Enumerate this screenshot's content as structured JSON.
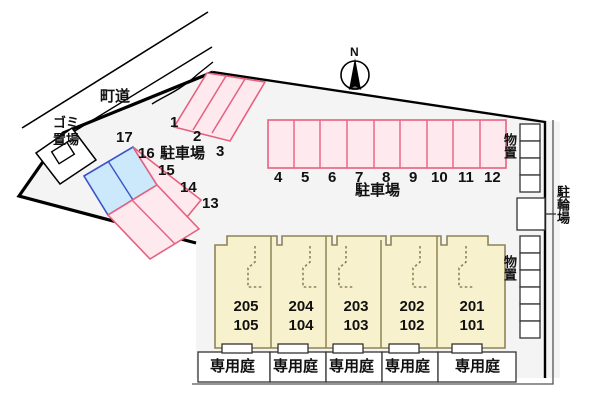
{
  "map": {
    "title": "apartment-site-plan",
    "colors": {
      "site_background": "#f4f4f4",
      "parking_pink_fill": "#fde9ee",
      "parking_pink_stroke": "#e8607f",
      "parking_blue_fill": "#cce9fb",
      "parking_blue_stroke": "#3a53c8",
      "building_fill": "#f7f1cd",
      "building_stroke": "#8c8457",
      "boundary_stroke": "#000000",
      "page_background": "#ffffff"
    },
    "compass": {
      "label": "N",
      "name": "north-arrow"
    },
    "road": {
      "label": "町道"
    },
    "garbage_area": {
      "label_line1": "ゴミ",
      "label_line2": "置場"
    },
    "parking_label_top": "駐車場",
    "parking_label_left": "駐車場",
    "bicycle_parking": {
      "label": "駐輪場"
    },
    "storage_upper": {
      "label": "物置"
    },
    "storage_lower": {
      "label": "物置"
    },
    "parking_top_row": {
      "diagonal_numbers": [
        "1",
        "2",
        "3"
      ],
      "straight_numbers": [
        "4",
        "5",
        "6",
        "7",
        "8",
        "9",
        "10",
        "11",
        "12"
      ]
    },
    "parking_left_block": {
      "blue_numbers": [
        "17",
        "16"
      ],
      "pink_numbers": [
        "15",
        "14",
        "13"
      ]
    },
    "units": [
      {
        "upper": "205",
        "lower": "105",
        "garden": "専用庭"
      },
      {
        "upper": "204",
        "lower": "104",
        "garden": "専用庭"
      },
      {
        "upper": "203",
        "lower": "103",
        "garden": "専用庭"
      },
      {
        "upper": "202",
        "lower": "102",
        "garden": "専用庭"
      },
      {
        "upper": "201",
        "lower": "101",
        "garden": "専用庭"
      }
    ]
  }
}
